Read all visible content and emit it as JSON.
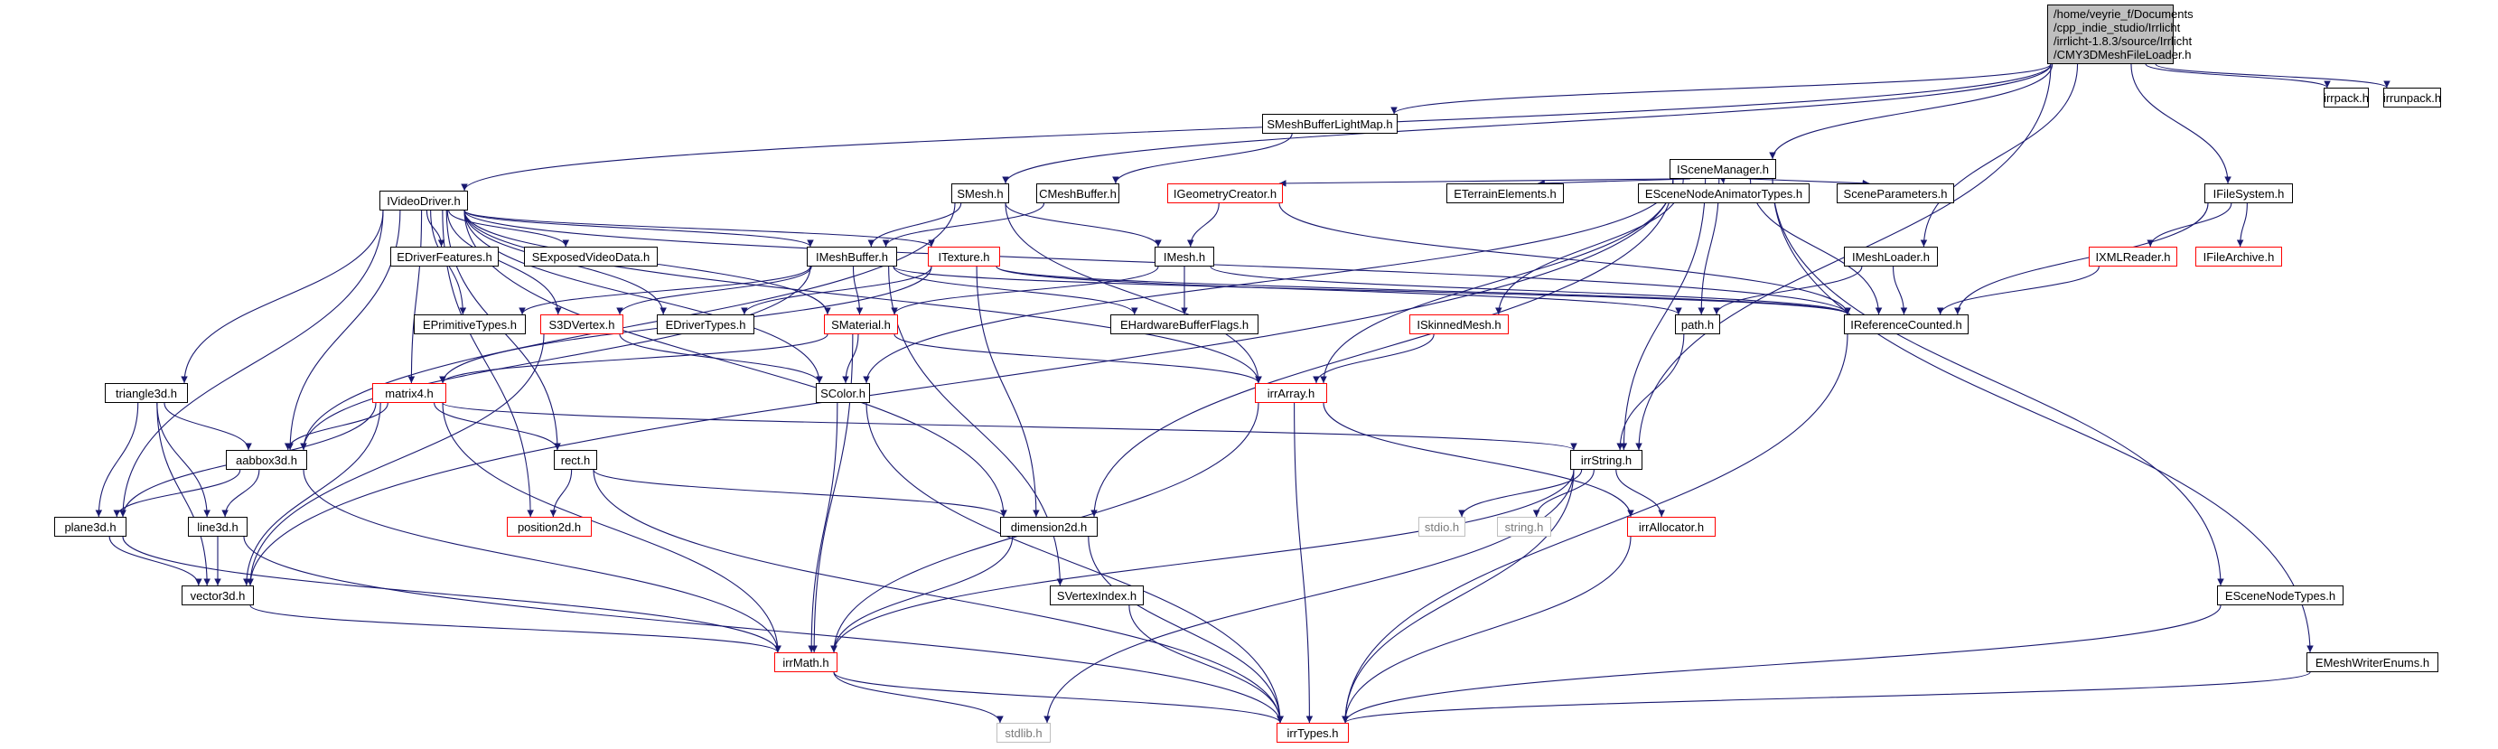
{
  "graph": {
    "colors": {
      "edge": "#191970",
      "box": "#000000",
      "incomplete": "#ff0000",
      "system": "#bfbfbf",
      "root_fill": "#bfbfbf"
    },
    "root": {
      "lines": [
        "/home/veyrie_f/Documents",
        "/cpp_indie_studio/Irrlicht",
        "/irrlicht-1.8.3/source/Irrlicht",
        "/CMY3DMeshFileLoader.h"
      ]
    },
    "nodes": [
      {
        "id": "irrpack",
        "label": "irrpack.h",
        "style": "normal"
      },
      {
        "id": "irrunpack",
        "label": "irrunpack.h",
        "style": "normal"
      },
      {
        "id": "SMeshBufferLightMap",
        "label": "SMeshBufferLightMap.h",
        "style": "normal"
      },
      {
        "id": "ISceneManager",
        "label": "ISceneManager.h",
        "style": "normal"
      },
      {
        "id": "IVideoDriver",
        "label": "IVideoDriver.h",
        "style": "normal"
      },
      {
        "id": "SMesh",
        "label": "SMesh.h",
        "style": "normal"
      },
      {
        "id": "CMeshBuffer",
        "label": "CMeshBuffer.h",
        "style": "normal"
      },
      {
        "id": "IGeometryCreator",
        "label": "IGeometryCreator.h",
        "style": "red"
      },
      {
        "id": "ETerrainElements",
        "label": "ETerrainElements.h",
        "style": "normal"
      },
      {
        "id": "ESceneNodeAnimatorTypes",
        "label": "ESceneNodeAnimatorTypes.h",
        "style": "normal"
      },
      {
        "id": "SceneParameters",
        "label": "SceneParameters.h",
        "style": "normal"
      },
      {
        "id": "IFileSystem",
        "label": "IFileSystem.h",
        "style": "normal"
      },
      {
        "id": "EDriverFeatures",
        "label": "EDriverFeatures.h",
        "style": "normal"
      },
      {
        "id": "SExposedVideoData",
        "label": "SExposedVideoData.h",
        "style": "normal"
      },
      {
        "id": "IMeshBuffer",
        "label": "IMeshBuffer.h",
        "style": "normal"
      },
      {
        "id": "ITexture",
        "label": "ITexture.h",
        "style": "red"
      },
      {
        "id": "IMesh",
        "label": "IMesh.h",
        "style": "normal"
      },
      {
        "id": "IMeshLoader",
        "label": "IMeshLoader.h",
        "style": "normal"
      },
      {
        "id": "IXMLReader",
        "label": "IXMLReader.h",
        "style": "red"
      },
      {
        "id": "IFileArchive",
        "label": "IFileArchive.h",
        "style": "red"
      },
      {
        "id": "EPrimitiveTypes",
        "label": "EPrimitiveTypes.h",
        "style": "normal"
      },
      {
        "id": "S3DVertex",
        "label": "S3DVertex.h",
        "style": "red"
      },
      {
        "id": "EDriverTypes",
        "label": "EDriverTypes.h",
        "style": "normal"
      },
      {
        "id": "SMaterial",
        "label": "SMaterial.h",
        "style": "red"
      },
      {
        "id": "EHardwareBufferFlags",
        "label": "EHardwareBufferFlags.h",
        "style": "normal"
      },
      {
        "id": "ISkinnedMesh",
        "label": "ISkinnedMesh.h",
        "style": "red"
      },
      {
        "id": "path",
        "label": "path.h",
        "style": "normal"
      },
      {
        "id": "IReferenceCounted",
        "label": "IReferenceCounted.h",
        "style": "normal"
      },
      {
        "id": "triangle3d",
        "label": "triangle3d.h",
        "style": "normal"
      },
      {
        "id": "matrix4",
        "label": "matrix4.h",
        "style": "red"
      },
      {
        "id": "SColor",
        "label": "SColor.h",
        "style": "normal"
      },
      {
        "id": "irrArray",
        "label": "irrArray.h",
        "style": "red"
      },
      {
        "id": "aabbox3d",
        "label": "aabbox3d.h",
        "style": "normal"
      },
      {
        "id": "rect",
        "label": "rect.h",
        "style": "normal"
      },
      {
        "id": "irrString",
        "label": "irrString.h",
        "style": "normal"
      },
      {
        "id": "plane3d",
        "label": "plane3d.h",
        "style": "normal"
      },
      {
        "id": "line3d",
        "label": "line3d.h",
        "style": "normal"
      },
      {
        "id": "position2d",
        "label": "position2d.h",
        "style": "red"
      },
      {
        "id": "dimension2d",
        "label": "dimension2d.h",
        "style": "normal"
      },
      {
        "id": "stdio",
        "label": "stdio.h",
        "style": "gray"
      },
      {
        "id": "string",
        "label": "string.h",
        "style": "gray"
      },
      {
        "id": "irrAllocator",
        "label": "irrAllocator.h",
        "style": "red"
      },
      {
        "id": "vector3d",
        "label": "vector3d.h",
        "style": "normal"
      },
      {
        "id": "SVertexIndex",
        "label": "SVertexIndex.h",
        "style": "normal"
      },
      {
        "id": "ESceneNodeTypes",
        "label": "ESceneNodeTypes.h",
        "style": "normal"
      },
      {
        "id": "irrMath",
        "label": "irrMath.h",
        "style": "red"
      },
      {
        "id": "EMeshWriterEnums",
        "label": "EMeshWriterEnums.h",
        "style": "normal"
      },
      {
        "id": "stdlib",
        "label": "stdlib.h",
        "style": "gray"
      },
      {
        "id": "irrTypes",
        "label": "irrTypes.h",
        "style": "red"
      }
    ],
    "edges": [
      [
        "root",
        "irrpack"
      ],
      [
        "root",
        "irrunpack"
      ],
      [
        "root",
        "SMeshBufferLightMap"
      ],
      [
        "root",
        "ISceneManager"
      ],
      [
        "root",
        "IVideoDriver"
      ],
      [
        "root",
        "SMesh"
      ],
      [
        "root",
        "IFileSystem"
      ],
      [
        "root",
        "IMeshLoader"
      ],
      [
        "root",
        "irrString"
      ],
      [
        "SMeshBufferLightMap",
        "CMeshBuffer"
      ],
      [
        "ISceneManager",
        "IGeometryCreator"
      ],
      [
        "ISceneManager",
        "ETerrainElements"
      ],
      [
        "ISceneManager",
        "ESceneNodeAnimatorTypes"
      ],
      [
        "ISceneManager",
        "SceneParameters"
      ],
      [
        "ISceneManager",
        "ISkinnedMesh"
      ],
      [
        "ISceneManager",
        "path"
      ],
      [
        "ISceneManager",
        "IReferenceCounted"
      ],
      [
        "ISceneManager",
        "ESceneNodeTypes"
      ],
      [
        "ISceneManager",
        "EMeshWriterEnums"
      ],
      [
        "ISceneManager",
        "irrArray"
      ],
      [
        "ISceneManager",
        "SColor"
      ],
      [
        "ISceneManager",
        "dimension2d"
      ],
      [
        "ISceneManager",
        "vector3d"
      ],
      [
        "ISceneManager",
        "irrString"
      ],
      [
        "IVideoDriver",
        "EDriverFeatures"
      ],
      [
        "IVideoDriver",
        "SExposedVideoData"
      ],
      [
        "IVideoDriver",
        "IMeshBuffer"
      ],
      [
        "IVideoDriver",
        "ITexture"
      ],
      [
        "IVideoDriver",
        "EPrimitiveTypes"
      ],
      [
        "IVideoDriver",
        "S3DVertex"
      ],
      [
        "IVideoDriver",
        "EDriverTypes"
      ],
      [
        "IVideoDriver",
        "SMaterial"
      ],
      [
        "IVideoDriver",
        "triangle3d"
      ],
      [
        "IVideoDriver",
        "matrix4"
      ],
      [
        "IVideoDriver",
        "SColor"
      ],
      [
        "IVideoDriver",
        "irrArray"
      ],
      [
        "IVideoDriver",
        "aabbox3d"
      ],
      [
        "IVideoDriver",
        "rect"
      ],
      [
        "IVideoDriver",
        "plane3d"
      ],
      [
        "IVideoDriver",
        "position2d"
      ],
      [
        "IVideoDriver",
        "dimension2d"
      ],
      [
        "IVideoDriver",
        "IReferenceCounted"
      ],
      [
        "SMesh",
        "IMeshBuffer"
      ],
      [
        "SMesh",
        "IMesh"
      ],
      [
        "SMesh",
        "irrArray"
      ],
      [
        "SMesh",
        "aabbox3d"
      ],
      [
        "CMeshBuffer",
        "IMeshBuffer"
      ],
      [
        "IGeometryCreator",
        "IMesh"
      ],
      [
        "IGeometryCreator",
        "IReferenceCounted"
      ],
      [
        "IFileSystem",
        "IXMLReader"
      ],
      [
        "IFileSystem",
        "IFileArchive"
      ],
      [
        "IFileSystem",
        "IReferenceCounted"
      ],
      [
        "IMeshBuffer",
        "S3DVertex"
      ],
      [
        "IMeshBuffer",
        "SMaterial"
      ],
      [
        "IMeshBuffer",
        "EPrimitiveTypes"
      ],
      [
        "IMeshBuffer",
        "EHardwareBufferFlags"
      ],
      [
        "IMeshBuffer",
        "aabbox3d"
      ],
      [
        "IMeshBuffer",
        "SVertexIndex"
      ],
      [
        "IMeshBuffer",
        "IReferenceCounted"
      ],
      [
        "ITexture",
        "EDriverTypes"
      ],
      [
        "ITexture",
        "dimension2d"
      ],
      [
        "ITexture",
        "path"
      ],
      [
        "ITexture",
        "matrix4"
      ],
      [
        "ITexture",
        "IReferenceCounted"
      ],
      [
        "IMesh",
        "SMaterial"
      ],
      [
        "IMesh",
        "EHardwareBufferFlags"
      ],
      [
        "IMesh",
        "IReferenceCounted"
      ],
      [
        "IMeshLoader",
        "path"
      ],
      [
        "IMeshLoader",
        "IReferenceCounted"
      ],
      [
        "IXMLReader",
        "IReferenceCounted"
      ],
      [
        "S3DVertex",
        "SColor"
      ],
      [
        "S3DVertex",
        "vector3d"
      ],
      [
        "SMaterial",
        "SColor"
      ],
      [
        "SMaterial",
        "matrix4"
      ],
      [
        "SMaterial",
        "irrArray"
      ],
      [
        "SMaterial",
        "irrMath"
      ],
      [
        "ISkinnedMesh",
        "irrArray"
      ],
      [
        "path",
        "irrString"
      ],
      [
        "IReferenceCounted",
        "irrTypes"
      ],
      [
        "triangle3d",
        "aabbox3d"
      ],
      [
        "triangle3d",
        "plane3d"
      ],
      [
        "triangle3d",
        "line3d"
      ],
      [
        "triangle3d",
        "vector3d"
      ],
      [
        "matrix4",
        "aabbox3d"
      ],
      [
        "matrix4",
        "rect"
      ],
      [
        "matrix4",
        "plane3d"
      ],
      [
        "matrix4",
        "vector3d"
      ],
      [
        "matrix4",
        "irrMath"
      ],
      [
        "matrix4",
        "irrString"
      ],
      [
        "SColor",
        "irrMath"
      ],
      [
        "SColor",
        "irrTypes"
      ],
      [
        "irrArray",
        "irrAllocator"
      ],
      [
        "irrArray",
        "irrMath"
      ],
      [
        "irrArray",
        "irrTypes"
      ],
      [
        "aabbox3d",
        "plane3d"
      ],
      [
        "aabbox3d",
        "line3d"
      ],
      [
        "aabbox3d",
        "irrMath"
      ],
      [
        "rect",
        "position2d"
      ],
      [
        "rect",
        "dimension2d"
      ],
      [
        "rect",
        "irrTypes"
      ],
      [
        "irrString",
        "stdio"
      ],
      [
        "irrString",
        "string"
      ],
      [
        "irrString",
        "irrAllocator"
      ],
      [
        "irrString",
        "stdlib"
      ],
      [
        "irrString",
        "irrMath"
      ],
      [
        "irrString",
        "irrTypes"
      ],
      [
        "plane3d",
        "vector3d"
      ],
      [
        "plane3d",
        "irrMath"
      ],
      [
        "line3d",
        "vector3d"
      ],
      [
        "line3d",
        "irrTypes"
      ],
      [
        "dimension2d",
        "irrMath"
      ],
      [
        "dimension2d",
        "irrTypes"
      ],
      [
        "irrAllocator",
        "irrTypes"
      ],
      [
        "vector3d",
        "irrMath"
      ],
      [
        "SVertexIndex",
        "irrTypes"
      ],
      [
        "ESceneNodeTypes",
        "irrTypes"
      ],
      [
        "EMeshWriterEnums",
        "irrTypes"
      ],
      [
        "irrMath",
        "stdlib"
      ],
      [
        "irrMath",
        "irrTypes"
      ]
    ]
  }
}
